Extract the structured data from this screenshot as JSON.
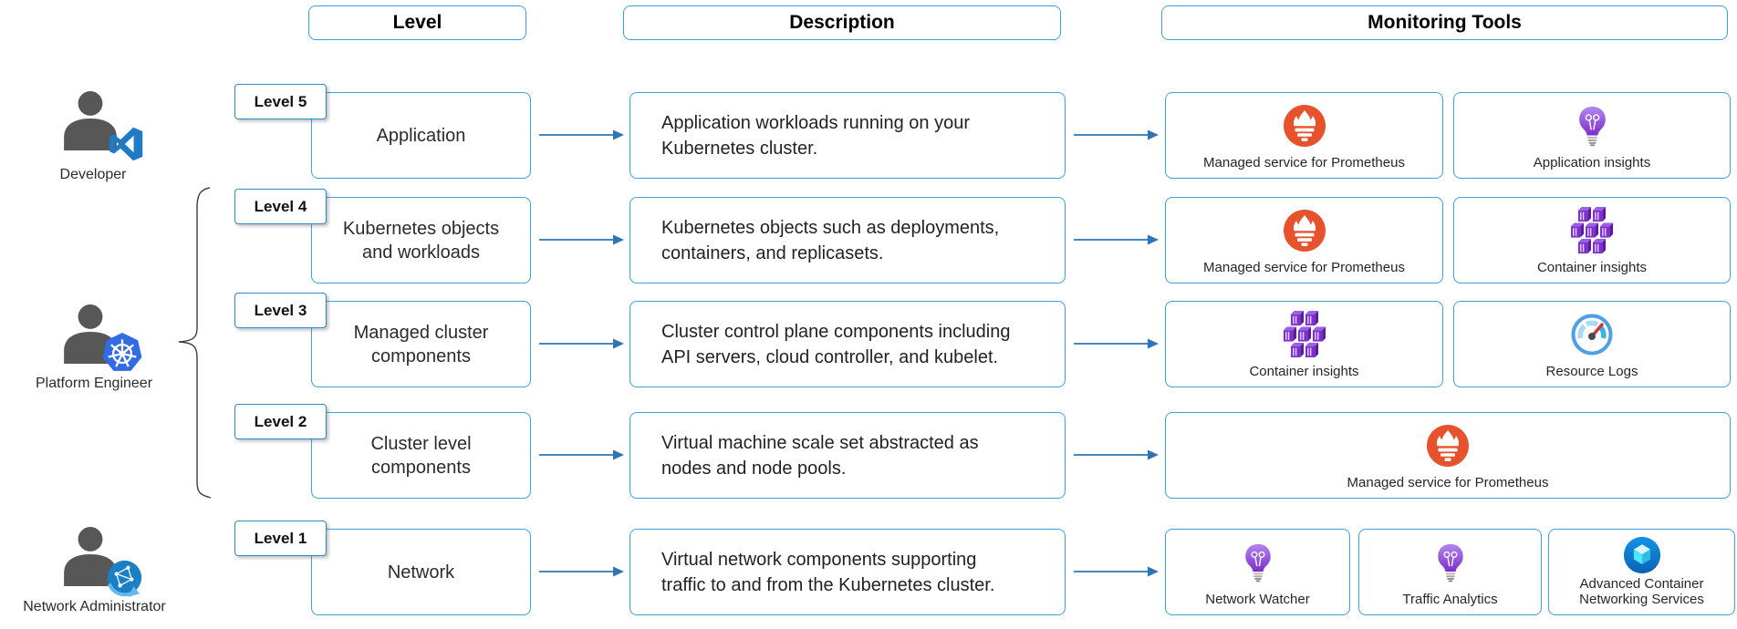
{
  "headers": {
    "level": "Level",
    "description": "Description",
    "monitoring_tools": "Monitoring Tools"
  },
  "personas": [
    {
      "name": "Developer",
      "icon": "visual-studio-icon"
    },
    {
      "name": "Platform Engineer",
      "icon": "kubernetes-icon"
    },
    {
      "name": "Network Administrator",
      "icon": "network-globe-icon"
    }
  ],
  "rows": [
    {
      "badge": "Level 5",
      "level_label": "Application",
      "description": "Application workloads running on your Kubernetes cluster.",
      "tools": [
        {
          "name": "Managed service for Prometheus",
          "icon": "prometheus-icon"
        },
        {
          "name": "Application insights",
          "icon": "insights-bulb-icon"
        }
      ]
    },
    {
      "badge": "Level 4",
      "level_label": "Kubernetes objects and workloads",
      "description": "Kubernetes objects such as deployments, containers, and replicasets.",
      "tools": [
        {
          "name": "Managed service for Prometheus",
          "icon": "prometheus-icon"
        },
        {
          "name": "Container insights",
          "icon": "container-insights-icon"
        }
      ]
    },
    {
      "badge": "Level 3",
      "level_label": "Managed cluster components",
      "description": "Cluster control plane components including API servers, cloud controller, and kubelet.",
      "tools": [
        {
          "name": "Container insights",
          "icon": "container-insights-icon"
        },
        {
          "name": "Resource Logs",
          "icon": "resource-logs-gauge-icon"
        }
      ]
    },
    {
      "badge": "Level 2",
      "level_label": "Cluster level components",
      "description": "Virtual machine scale set abstracted as nodes and node pools.",
      "tools": [
        {
          "name": "Managed service for Prometheus",
          "icon": "prometheus-icon"
        }
      ]
    },
    {
      "badge": "Level 1",
      "level_label": "Network",
      "description": "Virtual network components supporting traffic to and from the Kubernetes cluster.",
      "tools": [
        {
          "name": "Network Watcher",
          "icon": "insights-bulb-icon"
        },
        {
          "name": "Traffic Analytics",
          "icon": "insights-bulb-icon"
        },
        {
          "name": "Advanced Container Networking Services",
          "icon": "acns-cube-icon"
        }
      ]
    }
  ],
  "colors": {
    "box_border": "#41A0DC",
    "arrow": "#2E75B6",
    "prometheus_orange": "#E6522C",
    "insights_purple": "#8A3FD9",
    "container_purple": "#7E2FD0",
    "gauge_blue": "#4D9FE6",
    "acns_blue": "#0F78D4",
    "acns_cyan": "#50E6FF",
    "kubernetes_blue": "#326CE5",
    "visual_studio_blue": "#1F7CC4",
    "person_gray": "#575757",
    "text": "#222222"
  }
}
